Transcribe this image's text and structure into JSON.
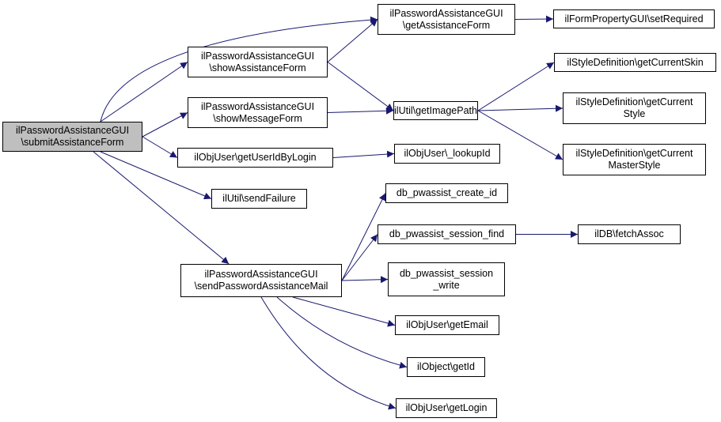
{
  "graph": {
    "colors": {
      "edge": "#191970",
      "node_border": "#000000",
      "root_fill": "#bfbfbf",
      "node_fill": "#ffffff"
    },
    "nodes": [
      {
        "id": "submit",
        "label": "ilPasswordAssistanceGUI\n\\submitAssistanceForm",
        "root": true
      },
      {
        "id": "getAssistForm",
        "label": "ilPasswordAssistanceGUI\n\\getAssistanceForm"
      },
      {
        "id": "setRequired",
        "label": "ilFormPropertyGUI\\setRequired"
      },
      {
        "id": "showAssistForm",
        "label": "ilPasswordAssistanceGUI\n\\showAssistanceForm"
      },
      {
        "id": "getCurrentSkin",
        "label": "ilStyleDefinition\\getCurrentSkin"
      },
      {
        "id": "showMessageForm",
        "label": "ilPasswordAssistanceGUI\n\\showMessageForm"
      },
      {
        "id": "getImagePath",
        "label": "ilUtil\\getImagePath"
      },
      {
        "id": "getCurrentStyle",
        "label": "ilStyleDefinition\\getCurrent\nStyle"
      },
      {
        "id": "getCurrentMaster",
        "label": "ilStyleDefinition\\getCurrent\nMasterStyle"
      },
      {
        "id": "getUserIdByLogin",
        "label": "ilObjUser\\getUserIdByLogin"
      },
      {
        "id": "lookupId",
        "label": "ilObjUser\\_lookupId"
      },
      {
        "id": "sendFailure",
        "label": "ilUtil\\sendFailure"
      },
      {
        "id": "createId",
        "label": "db_pwassist_create_id"
      },
      {
        "id": "sessionFind",
        "label": "db_pwassist_session_find"
      },
      {
        "id": "fetchAssoc",
        "label": "ilDB\\fetchAssoc"
      },
      {
        "id": "sendMail",
        "label": "ilPasswordAssistanceGUI\n\\sendPasswordAssistanceMail"
      },
      {
        "id": "sessionWrite",
        "label": "db_pwassist_session\n_write"
      },
      {
        "id": "getEmail",
        "label": "ilObjUser\\getEmail"
      },
      {
        "id": "getId",
        "label": "ilObject\\getId"
      },
      {
        "id": "getLogin",
        "label": "ilObjUser\\getLogin"
      }
    ],
    "edges": [
      [
        "submit",
        "getAssistForm"
      ],
      [
        "submit",
        "showAssistForm"
      ],
      [
        "submit",
        "showMessageForm"
      ],
      [
        "submit",
        "getUserIdByLogin"
      ],
      [
        "submit",
        "sendFailure"
      ],
      [
        "submit",
        "sendMail"
      ],
      [
        "getAssistForm",
        "setRequired"
      ],
      [
        "showAssistForm",
        "getAssistForm"
      ],
      [
        "showAssistForm",
        "getImagePath"
      ],
      [
        "showMessageForm",
        "getImagePath"
      ],
      [
        "getImagePath",
        "getCurrentSkin"
      ],
      [
        "getImagePath",
        "getCurrentStyle"
      ],
      [
        "getImagePath",
        "getCurrentMaster"
      ],
      [
        "getUserIdByLogin",
        "lookupId"
      ],
      [
        "sendMail",
        "createId"
      ],
      [
        "sendMail",
        "sessionFind"
      ],
      [
        "sendMail",
        "sessionWrite"
      ],
      [
        "sendMail",
        "getEmail"
      ],
      [
        "sendMail",
        "getId"
      ],
      [
        "sendMail",
        "getLogin"
      ],
      [
        "sessionFind",
        "fetchAssoc"
      ]
    ]
  }
}
